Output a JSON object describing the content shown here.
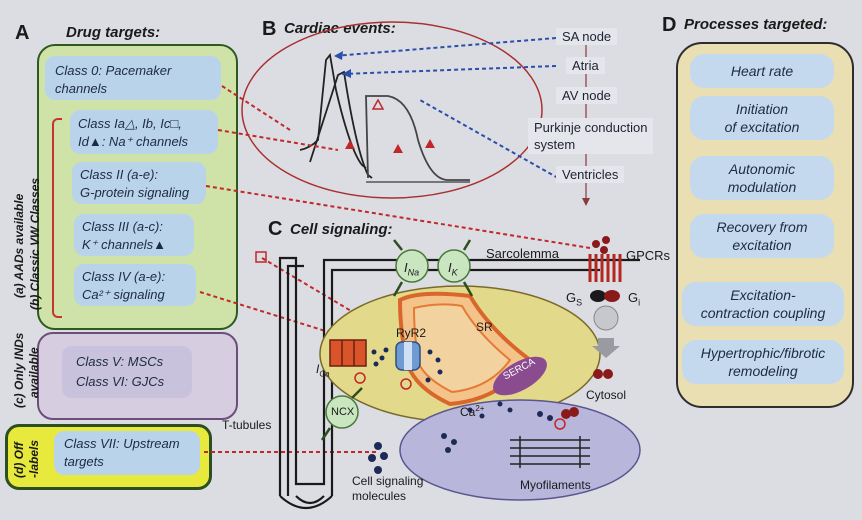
{
  "panels": {
    "a": {
      "letter": "A",
      "title": "Drug targets:"
    },
    "b": {
      "letter": "B",
      "title": "Cardiac events:"
    },
    "c": {
      "letter": "C",
      "title": "Cell signaling:"
    },
    "d": {
      "letter": "D",
      "title": "Processes targeted:"
    }
  },
  "side_labels": {
    "a": "(a) AADs available",
    "b": "(b) Classic VW Classes",
    "c1": "(c) Only INDs",
    "c2": "available",
    "d1": "(d) Off",
    "d2": "-labels"
  },
  "classes": {
    "c0": [
      "Class 0: Pacemaker",
      "channels"
    ],
    "c1": [
      "Class Ia△, Ib, Ic□,",
      "Id▲: Na⁺ channels"
    ],
    "c2": [
      "Class II (a-e):",
      "G-protein signaling"
    ],
    "c3": [
      "Class III (a-c):",
      "K⁺ channels▲"
    ],
    "c4": [
      "Class IV (a-e):",
      "Ca²⁺ signaling"
    ],
    "c5": "Class V: MSCs",
    "c6": "Class VI: GJCs",
    "c7": [
      "Class VII: Upstream",
      "targets"
    ]
  },
  "cardiac_events": [
    "SA node",
    "Atria",
    "AV node",
    "Purkinje conduction",
    "system",
    "Ventricles"
  ],
  "cell_labels": {
    "ina_main": "I",
    "ina_sub": "Na",
    "ik_main": "I",
    "ik_sub": "K",
    "ica_main": "I",
    "ica_sub": "Ca",
    "sarcolemma": "Sarcolemma",
    "gpcrs": "GPCRs",
    "gs_main": "G",
    "gs_sub": "S",
    "gi_main": "G",
    "gi_sub": "i",
    "ryr2": "RyR2",
    "sr": "SR",
    "serca": "SERCA",
    "ca_main": "Ca",
    "ca_sup": "2+",
    "cytosol": "Cytosol",
    "ttubules": "T-tubules",
    "ncx": "NCX",
    "cellsig1": "Cell signaling",
    "cellsig2": "molecules",
    "myofilaments": "Myofilaments"
  },
  "processes": [
    [
      "Heart rate"
    ],
    [
      "Initiation",
      "of excitation"
    ],
    [
      "Autonomic",
      "modulation"
    ],
    [
      "Recovery from",
      "excitation"
    ],
    [
      "Excitation-",
      "contraction coupling"
    ],
    [
      "Hypertrophic/fibrotic",
      "remodeling"
    ]
  ],
  "colors": {
    "green_fill": "#cfe3a8",
    "blue_box": "#b9d3ea",
    "purple_fill": "#d7cde1",
    "yellow_fill": "#e7ea3c",
    "beige_fill": "#eadfb3",
    "red_dash": "#c0282a",
    "blue_dash": "#2a4fa8",
    "cell_fill": "#e3d98a",
    "myo_fill": "#b9b6dc"
  }
}
